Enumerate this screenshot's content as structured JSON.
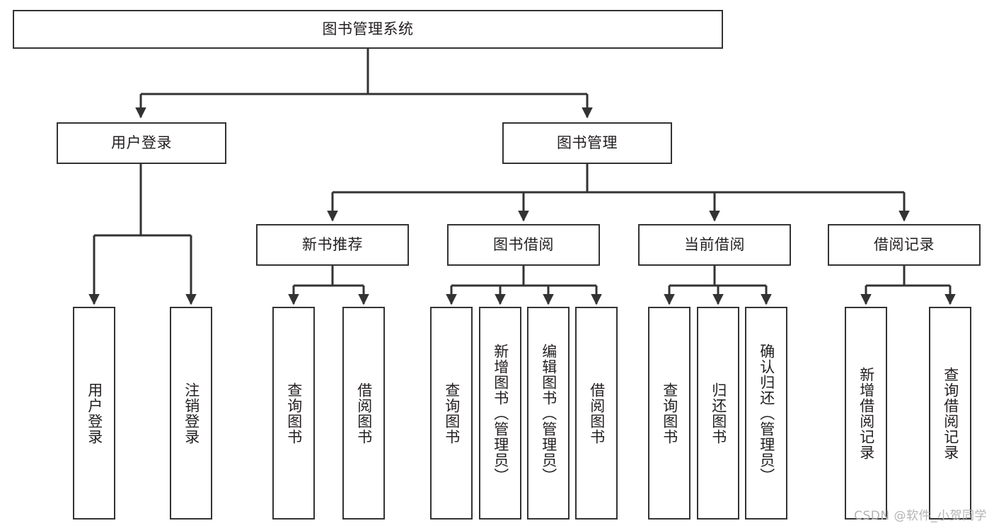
{
  "diagram": {
    "title": "图书管理系统",
    "type": "tree-hierarchy-chart",
    "theme": {
      "background": "#ffffff",
      "stroke": "#333333",
      "text": "#231f20",
      "watermark": "#b3b3b3"
    },
    "watermark": "CSDN @软件_小贺同学",
    "nodes": {
      "root": {
        "label": "图书管理系统"
      },
      "level2": [
        {
          "id": "user-login",
          "label": "用户登录"
        },
        {
          "id": "book-manage",
          "label": "图书管理"
        }
      ],
      "level3": [
        {
          "id": "new-book-recommend",
          "label": "新书推荐"
        },
        {
          "id": "book-borrow",
          "label": "图书借阅"
        },
        {
          "id": "current-borrow",
          "label": "当前借阅"
        },
        {
          "id": "borrow-record",
          "label": "借阅记录"
        }
      ],
      "leaves": {
        "user_login": [
          {
            "id": "leaf-user-login",
            "label": "用户登录"
          },
          {
            "id": "leaf-logout-login",
            "label": "注销登录"
          }
        ],
        "new_book_recommend": [
          {
            "id": "leaf-query-book-1",
            "label": "查询图书"
          },
          {
            "id": "leaf-borrow-book-1",
            "label": "借阅图书"
          }
        ],
        "book_borrow": [
          {
            "id": "leaf-query-book-2",
            "label": "查询图书"
          },
          {
            "id": "leaf-add-book",
            "label": "新增图书（管理员）"
          },
          {
            "id": "leaf-edit-book",
            "label": "编辑图书（管理员）"
          },
          {
            "id": "leaf-borrow-book-2",
            "label": "借阅图书"
          }
        ],
        "current_borrow": [
          {
            "id": "leaf-query-book-3",
            "label": "查询图书"
          },
          {
            "id": "leaf-return-book",
            "label": "归还图书"
          },
          {
            "id": "leaf-confirm-return",
            "label": "确认归还（管理员）"
          }
        ],
        "borrow_record": [
          {
            "id": "leaf-add-record",
            "label": "新增借阅记录"
          },
          {
            "id": "leaf-query-record",
            "label": "查询借阅记录"
          }
        ]
      }
    }
  }
}
